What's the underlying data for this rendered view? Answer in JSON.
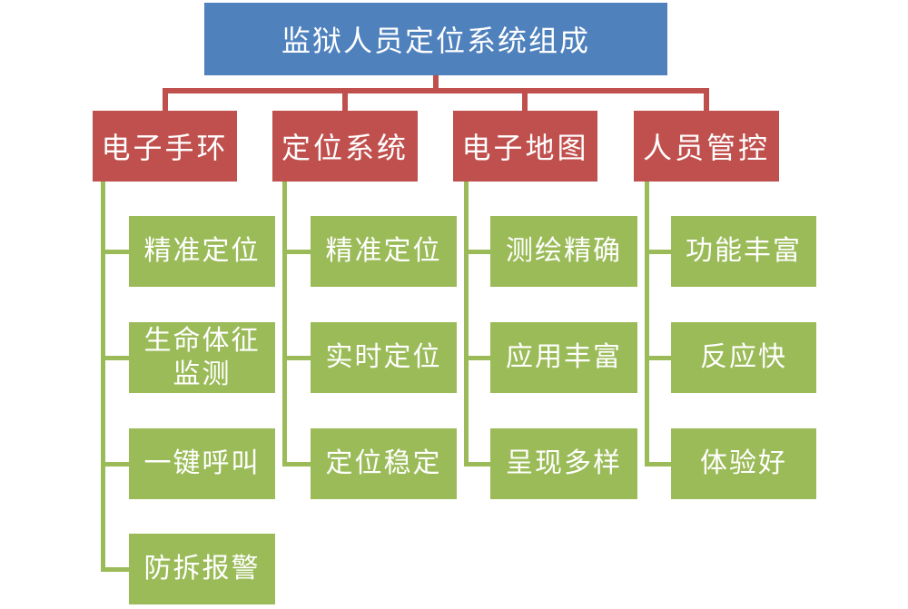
{
  "title": "监狱人员定位系统组成",
  "colors": {
    "root_fill": "#4F81BD",
    "branch_fill": "#C0504D",
    "leaf_fill": "#9BBB59",
    "branch_connector": "#C0504D",
    "leaf_connector": "#9BBB59",
    "text": "#FFFFFF",
    "background": "#FFFFFF"
  },
  "branches": [
    {
      "label": "电子手环",
      "children": [
        "精准定位",
        "生命体征监测",
        "一键呼叫",
        "防拆报警"
      ]
    },
    {
      "label": "定位系统",
      "children": [
        "精准定位",
        "实时定位",
        "定位稳定"
      ]
    },
    {
      "label": "电子地图",
      "children": [
        "测绘精确",
        "应用丰富",
        "呈现多样"
      ]
    },
    {
      "label": "人员管控",
      "children": [
        "功能丰富",
        "反应快",
        "体验好"
      ]
    }
  ]
}
